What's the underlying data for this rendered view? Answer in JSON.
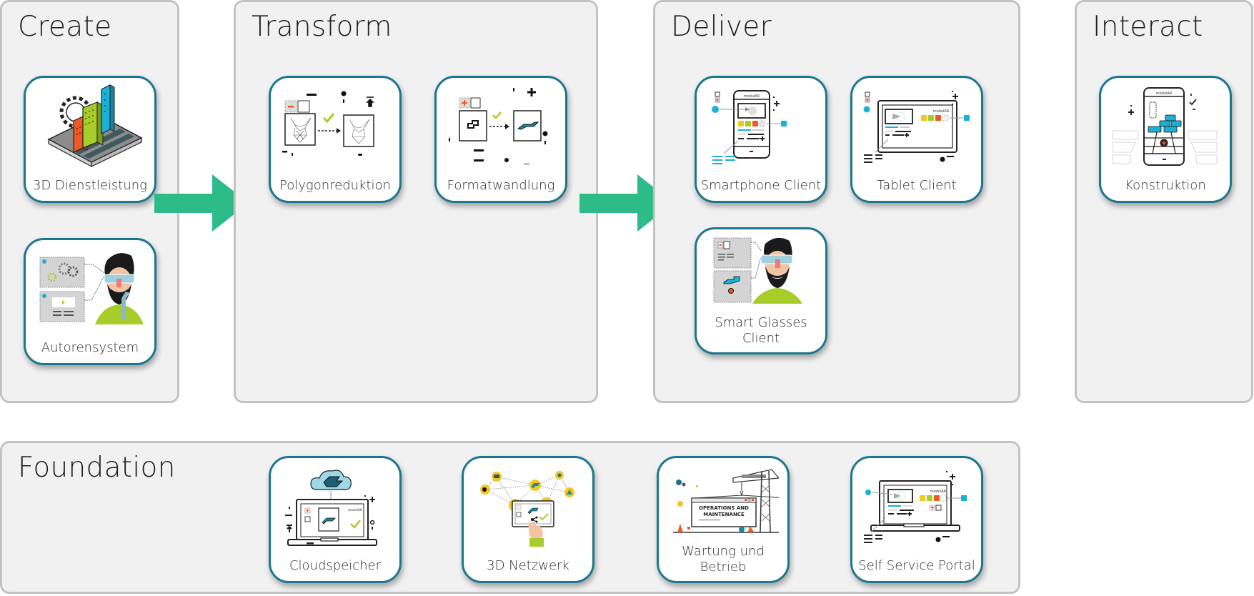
{
  "colors": {
    "panel_fill": "#f1f1f1",
    "panel_border": "#c3c3c3",
    "card_border": "#1b7790",
    "arrow": "#2dbb8a",
    "accent_cyan": "#1ab0d8",
    "accent_lime": "#a8cc2a",
    "accent_orange": "#ee5a24",
    "accent_yellow": "#f3c624"
  },
  "panels": {
    "create": {
      "title": "Create",
      "cards": [
        {
          "label": "3D Dienstleistung",
          "icon": "city-buildings-icon"
        },
        {
          "label": "Autorensystem",
          "icon": "author-glasses-man-icon"
        }
      ]
    },
    "transform": {
      "title": "Transform",
      "cards": [
        {
          "label": "Polygonreduktion",
          "icon": "polygon-rabbit-icon"
        },
        {
          "label": "Formatwandlung",
          "icon": "format-convert-icon"
        }
      ]
    },
    "deliver": {
      "title": "Deliver",
      "cards": [
        {
          "label": "Smartphone Client",
          "icon": "smartphone-icon"
        },
        {
          "label": "Tablet Client",
          "icon": "tablet-icon"
        },
        {
          "label_line1": "Smart Glasses",
          "label_line2": "Client",
          "icon": "smart-glasses-man-icon"
        }
      ]
    },
    "interact": {
      "title": "Interact",
      "cards": [
        {
          "label": "Konstruktion",
          "icon": "phone-construction-icon"
        }
      ]
    },
    "foundation": {
      "title": "Foundation",
      "cards": [
        {
          "label": "Cloudspeicher",
          "icon": "cloud-laptop-icon"
        },
        {
          "label": "3D Netzwerk",
          "icon": "network-tablet-icon"
        },
        {
          "label_line1": "Wartung und",
          "label_line2": "Betrieb",
          "icon": "crane-maintenance-icon",
          "sign_line1": "OPERATIONS AND",
          "sign_line2": "MAINTENANCE"
        },
        {
          "label": "Self Service Portal",
          "icon": "laptop-portal-icon"
        }
      ]
    }
  },
  "brand_text": "modulAR"
}
